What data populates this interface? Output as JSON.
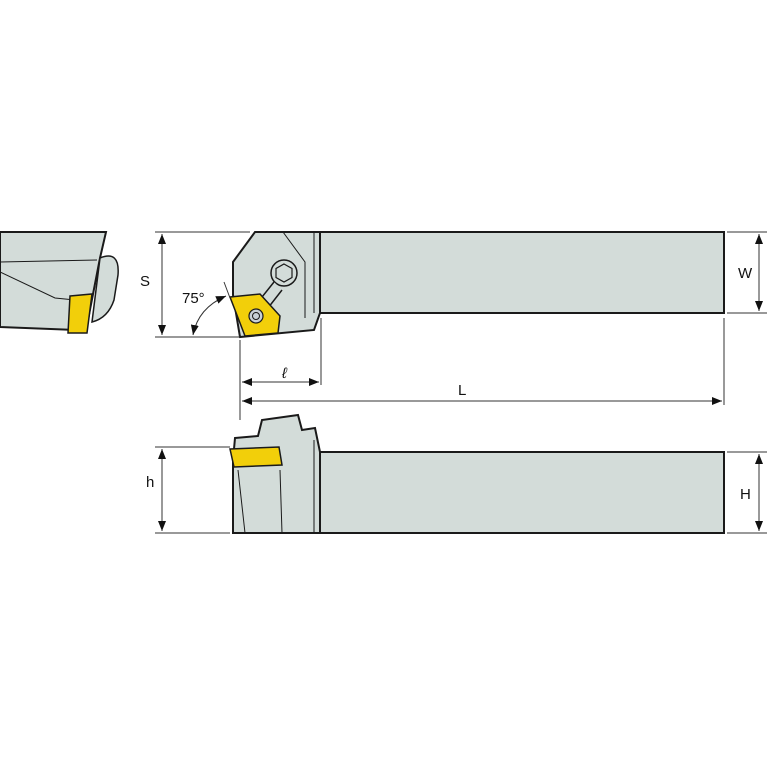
{
  "labels": {
    "S": "S",
    "angle": "75°",
    "W": "W",
    "l": "ℓ",
    "L": "L",
    "h": "h",
    "H": "H"
  },
  "colors": {
    "body": "#d3dcd9",
    "insert": "#f2cf0a",
    "outline": "#1a1a1a",
    "dim": "#333333"
  }
}
